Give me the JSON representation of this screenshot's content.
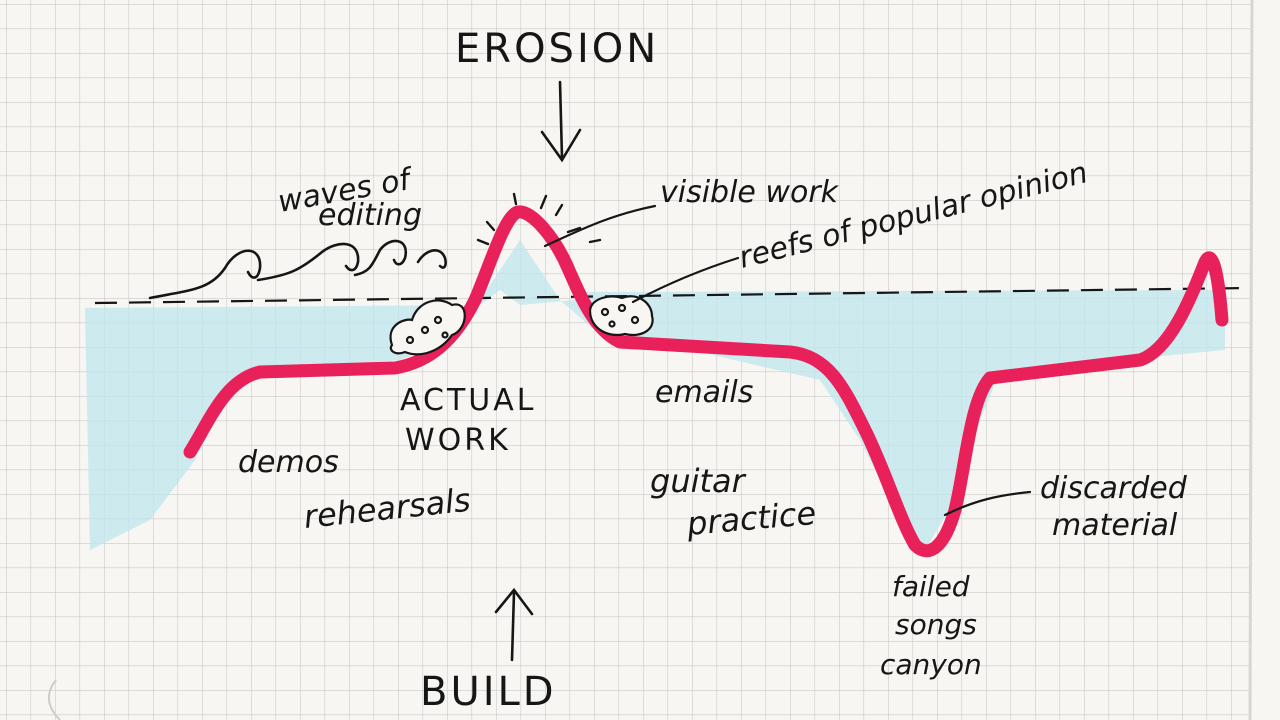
{
  "labels": {
    "erosion": "EROSION",
    "build": "BUILD",
    "waves_line1": "waves of",
    "waves_line2": "editing",
    "visible_work": "visible work",
    "reefs": "reefs of popular opinion",
    "actual_line1": "ACTUAL",
    "actual_line2": "WORK",
    "demos": "demos",
    "rehearsals": "rehearsals",
    "emails": "emails",
    "guitar_line1": "guitar",
    "guitar_line2": "practice",
    "failed_line1": "failed",
    "failed_line2": "songs",
    "failed_line3": "canyon",
    "discarded_line1": "discarded",
    "discarded_line2": "material"
  },
  "colors": {
    "paper": "#f7f6f2",
    "grid": "#c9c9c9",
    "water": "#bfe6ee",
    "terrain": "#e8215a",
    "ink": "#161616"
  }
}
